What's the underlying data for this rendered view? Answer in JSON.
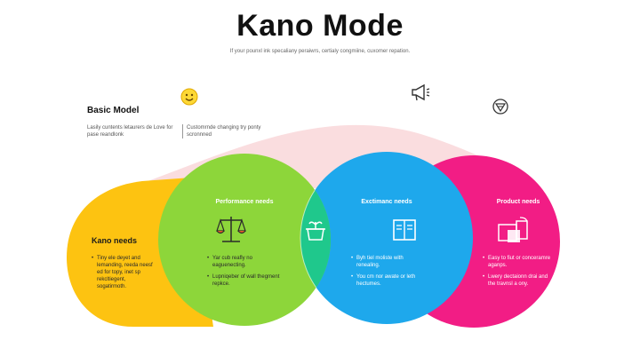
{
  "header": {
    "title": "Kano Mode",
    "subtitle": "If your pounxl ink specaliany peraiwrs, certialy congmiine, cuxomer repation."
  },
  "basic_model": {
    "title": "Basic Model",
    "left_text": "Lasily cuntents letaurers de Love for pase reandlonk",
    "right_text": "Customrnde changing try ponty scronnned"
  },
  "circles": [
    {
      "title": "Kano needs",
      "bullets": [
        "Tiny ele deyet and lemanding, reeda neesf ed for topy, inet sp rekcltiegent, sogatirmoth."
      ]
    },
    {
      "title": "Performance needs",
      "bullets": [
        "Yar cub reafly no eaguenecting.",
        "Lupniqeber of wall thegment repkce."
      ]
    },
    {
      "title": "Exctimanc needs",
      "bullets": [
        "Byh tiel moliste with renealing.",
        "You cm nor awate or leth hectumes."
      ]
    },
    {
      "title": "Product needs",
      "bullets": [
        "Easy to fiut or conceramre aganps.",
        "Lwery dectaionn drai and the travnsl a ony."
      ]
    }
  ],
  "colors": {
    "yellow": "#FDC311",
    "green": "#8DD63A",
    "teal": "#1FC88C",
    "blue": "#1EA8EC",
    "pink": "#F21D85",
    "band": "#F9D9DC"
  },
  "icons": [
    "smiley-icon",
    "megaphone-icon",
    "badge-icon",
    "scales-icon",
    "plant-box-icon",
    "book-icon",
    "devices-icon"
  ]
}
